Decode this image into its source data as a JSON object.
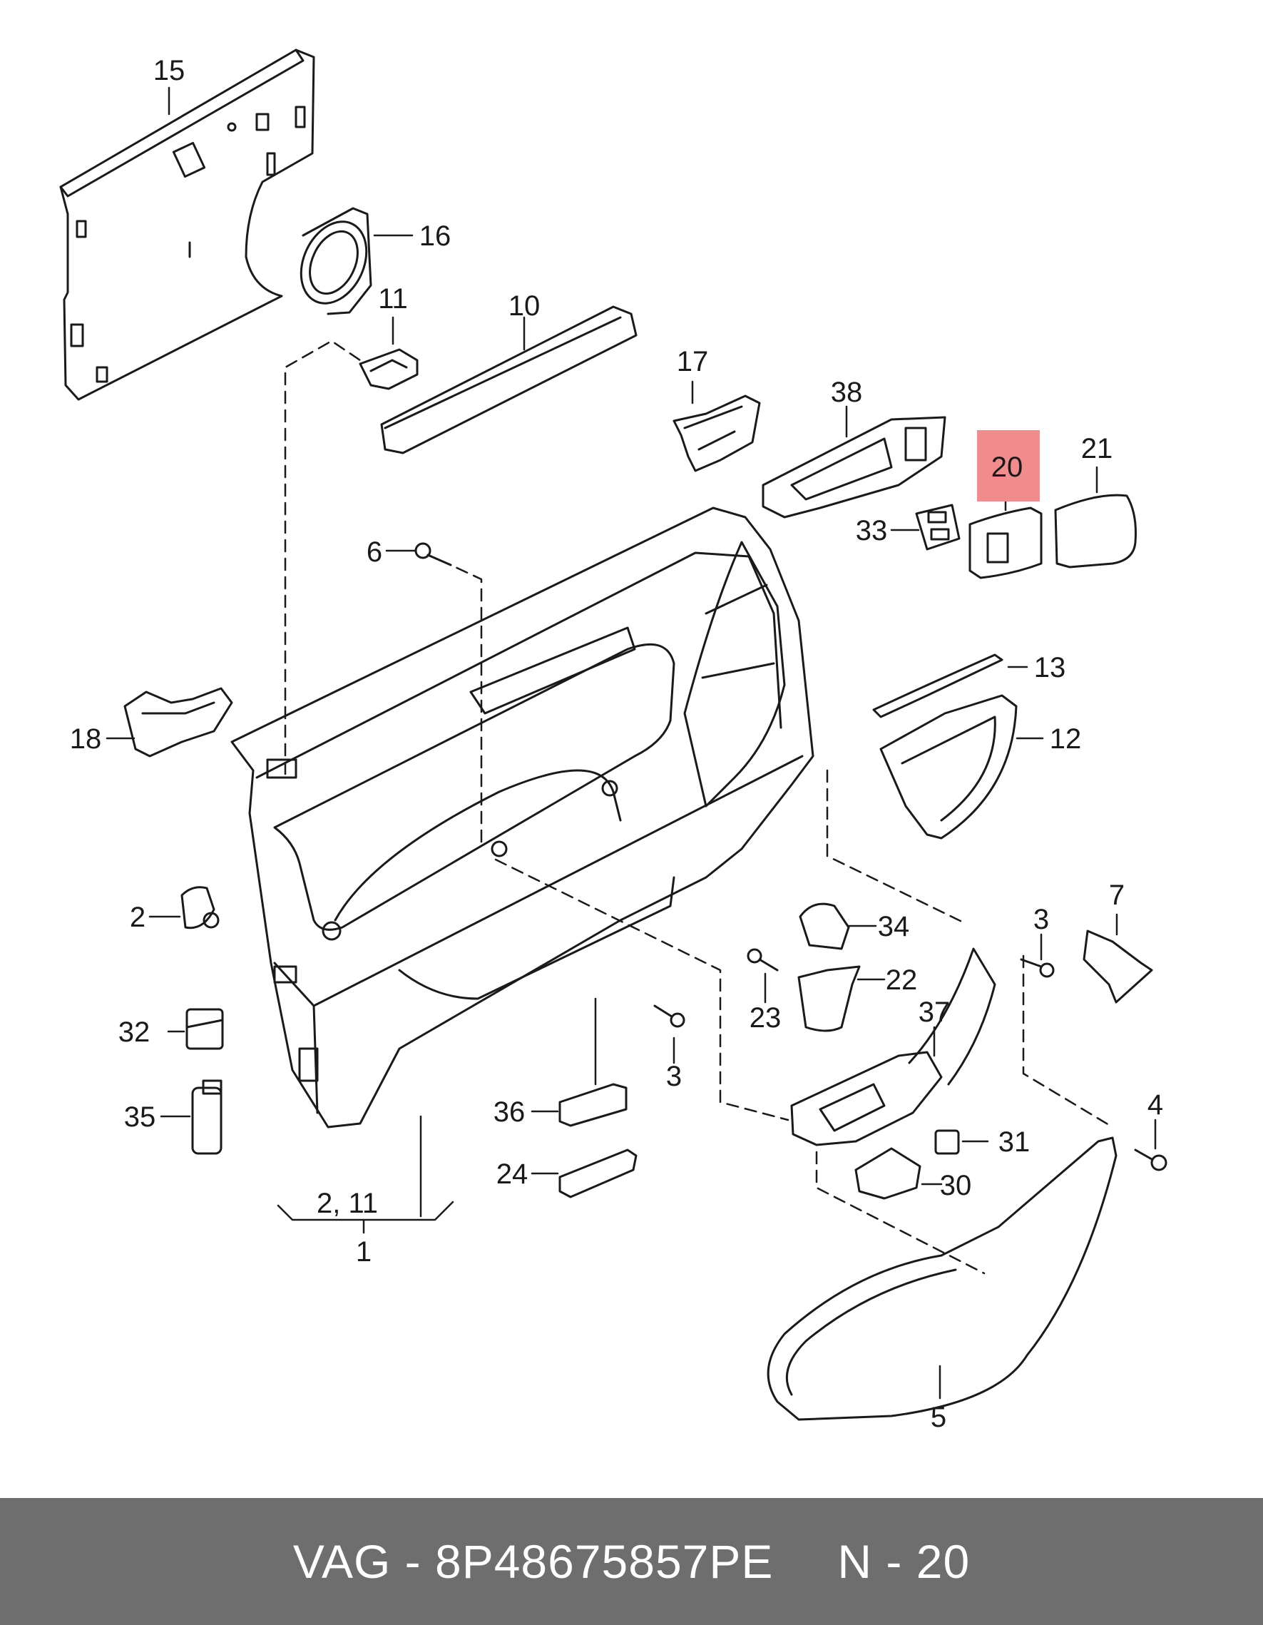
{
  "colors": {
    "background": "#ffffff",
    "line": "#1a1a1a",
    "highlight": "#f28b8b",
    "footer_bg": "#6e6e6e",
    "footer_text": "#ffffff"
  },
  "callouts": {
    "p15": "15",
    "p16": "16",
    "p11": "11",
    "p10": "10",
    "p17": "17",
    "p38": "38",
    "p20": "20",
    "p21": "21",
    "p33": "33",
    "p6": "6",
    "p13": "13",
    "p12": "12",
    "p18": "18",
    "p2": "2",
    "p34": "34",
    "p7": "7",
    "p3a": "3",
    "p3b": "3",
    "p22": "22",
    "p23": "23",
    "p37": "37",
    "p32": "32",
    "p35": "35",
    "p36": "36",
    "p4": "4",
    "p31": "31",
    "p30": "30",
    "p24": "24",
    "p2_11": "2, 11",
    "p1": "1",
    "p5": "5"
  },
  "highlighted_callout": "20",
  "footer": {
    "brand": "VAG",
    "separator": "-",
    "part_number": "8P48675857PE",
    "position": "N - 20"
  }
}
